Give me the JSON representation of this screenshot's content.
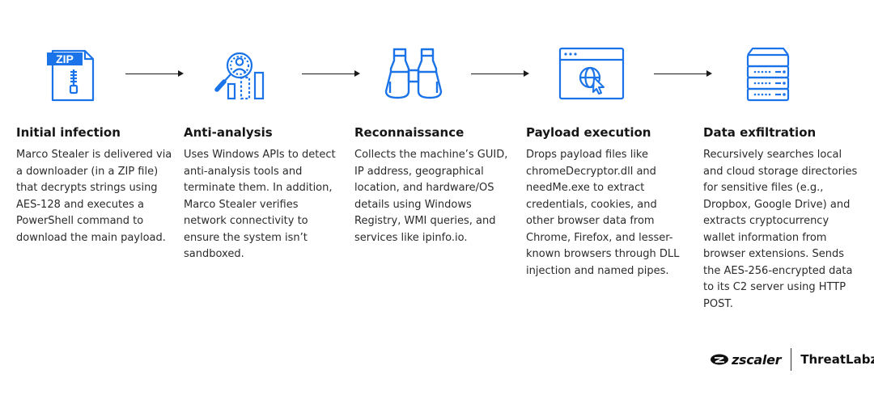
{
  "steps": [
    {
      "title": "Initial infection",
      "description": "Marco Stealer is delivered via a downloader (in a ZIP file) that decrypts strings using AES-128 and executes a PowerShell command to download the main payload.",
      "icon": "zip-file-icon",
      "icon_text": "ZIP"
    },
    {
      "title": "Anti-analysis",
      "description": "Uses Windows APIs to detect anti-analysis tools and terminate them. In addition, Marco Stealer verifies network connectivity to ensure the system isn’t sandboxed.",
      "icon": "user-search-analytics-icon"
    },
    {
      "title": "Reconnaissance",
      "description": "Collects the machine’s GUID, IP address, geographical location, and hardware/OS details using Windows Registry, WMI queries, and services like ipinfo.io.",
      "icon": "binoculars-icon"
    },
    {
      "title": "Payload execution",
      "description": "Drops payload files like chromeDecryptor.dll and needMe.exe to extract credentials, cookies, and other browser data from Chrome, Firefox, and lesser-known browsers through DLL injection and named pipes.",
      "icon": "browser-globe-cursor-icon"
    },
    {
      "title": "Data exfiltration",
      "description": "Recursively searches local and cloud storage directories for sensitive files (e.g., Dropbox, Google Drive) and extracts cryptocurrency wallet information from browser extensions. Sends the AES-256-encrypted data to its C2 server using HTTP POST.",
      "icon": "server-rack-icon"
    }
  ],
  "colors": {
    "icon_blue": "#1a73e8",
    "text": "#222222",
    "arrow": "#1b1b1b"
  },
  "brand": {
    "company": "zscaler",
    "lab": "ThreatLabz"
  }
}
